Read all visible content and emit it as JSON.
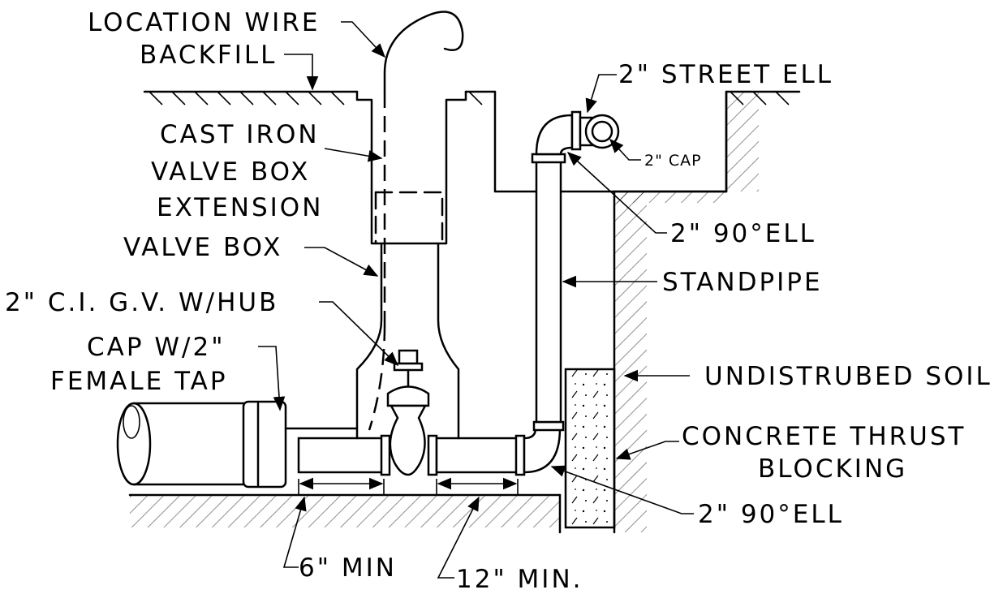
{
  "labels": {
    "location_wire": "LOCATION WIRE",
    "backfill": "BACKFILL",
    "cast_iron_1": "CAST IRON",
    "cast_iron_2": "VALVE BOX",
    "cast_iron_3": "EXTENSION",
    "valve_box": "VALVE BOX",
    "gate_valve": "2\" C.I. G.V. W/HUB",
    "cap_1": "CAP W/2\"",
    "cap_2": "FEMALE TAP",
    "street_ell": "2\" STREET ELL",
    "cap_2in": "2\" CAP",
    "ell_90_upper": "2\" 90°ELL",
    "standpipe": "STANDPIPE",
    "soil": "UNDISTRUBED SOIL",
    "thrust_1": "CONCRETE THRUST",
    "thrust_2": "BLOCKING",
    "ell_90_lower": "2\" 90°ELL",
    "min_6": "6\" MIN",
    "min_12": "12\" MIN."
  }
}
